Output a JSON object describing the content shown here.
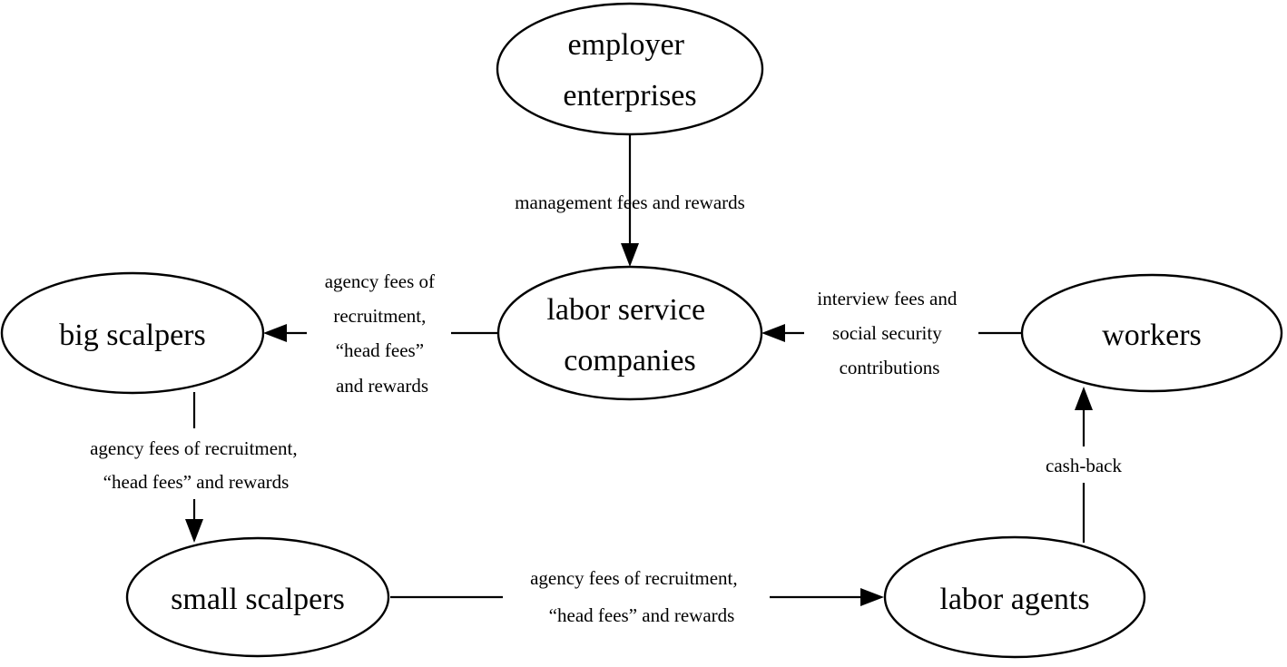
{
  "nodes": {
    "employer": {
      "lines": [
        "employer",
        "enterprises"
      ]
    },
    "labor_service": {
      "lines": [
        "labor service",
        "companies"
      ]
    },
    "big_scalpers": {
      "lines": [
        "big scalpers"
      ]
    },
    "workers": {
      "lines": [
        "workers"
      ]
    },
    "small_scalpers": {
      "lines": [
        "small scalpers"
      ]
    },
    "labor_agents": {
      "lines": [
        "labor agents"
      ]
    }
  },
  "edges": {
    "employer_to_labor_service": {
      "lines": [
        "management fees and rewards"
      ]
    },
    "labor_service_to_big_scalpers": {
      "lines": [
        "agency fees of",
        "recruitment,",
        "“head fees”",
        "and rewards"
      ]
    },
    "workers_to_labor_service": {
      "lines": [
        "interview fees and",
        "social security",
        "contributions"
      ]
    },
    "big_to_small_scalpers": {
      "lines": [
        "agency fees of recruitment,",
        "“head fees” and rewards"
      ]
    },
    "small_scalpers_to_labor_agents": {
      "lines": [
        "agency fees of recruitment,",
        "“head fees” and rewards"
      ]
    },
    "labor_agents_to_workers": {
      "lines": [
        "cash-back"
      ]
    }
  }
}
